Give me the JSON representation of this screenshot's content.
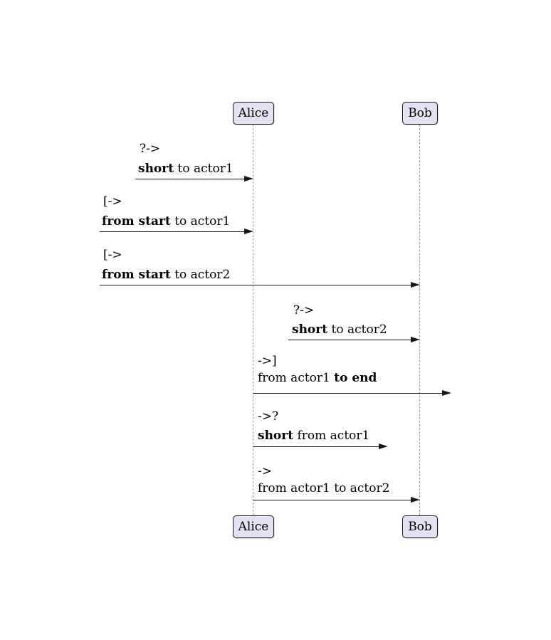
{
  "diagram": {
    "kind": "sequence-diagram",
    "actors": {
      "alice": "Alice",
      "bob": "Bob"
    },
    "messages": [
      {
        "prefix": "?->",
        "parts": [
          {
            "text": "short",
            "bold": true
          },
          {
            "text": " to actor1",
            "bold": false
          }
        ]
      },
      {
        "prefix": "[->",
        "parts": [
          {
            "text": "from start",
            "bold": true
          },
          {
            "text": " to actor1",
            "bold": false
          }
        ]
      },
      {
        "prefix": "[->",
        "parts": [
          {
            "text": "from start",
            "bold": true
          },
          {
            "text": " to actor2",
            "bold": false
          }
        ]
      },
      {
        "prefix": "?->",
        "parts": [
          {
            "text": "short",
            "bold": true
          },
          {
            "text": " to actor2",
            "bold": false
          }
        ]
      },
      {
        "prefix": "->]",
        "parts": [
          {
            "text": "from actor1 ",
            "bold": false
          },
          {
            "text": "to end",
            "bold": true
          }
        ]
      },
      {
        "prefix": "->?",
        "parts": [
          {
            "text": "short",
            "bold": true
          },
          {
            "text": " from actor1",
            "bold": false
          }
        ]
      },
      {
        "prefix": "->",
        "parts": [
          {
            "text": "from actor1 to actor2",
            "bold": false
          }
        ]
      }
    ],
    "colors": {
      "background": "#FFFFFF",
      "actor_fill": "#E2E2F0",
      "actor_border": "#181818",
      "arrow": "#181818",
      "lifeline": "#9A9A9A",
      "text": "#000000"
    }
  }
}
